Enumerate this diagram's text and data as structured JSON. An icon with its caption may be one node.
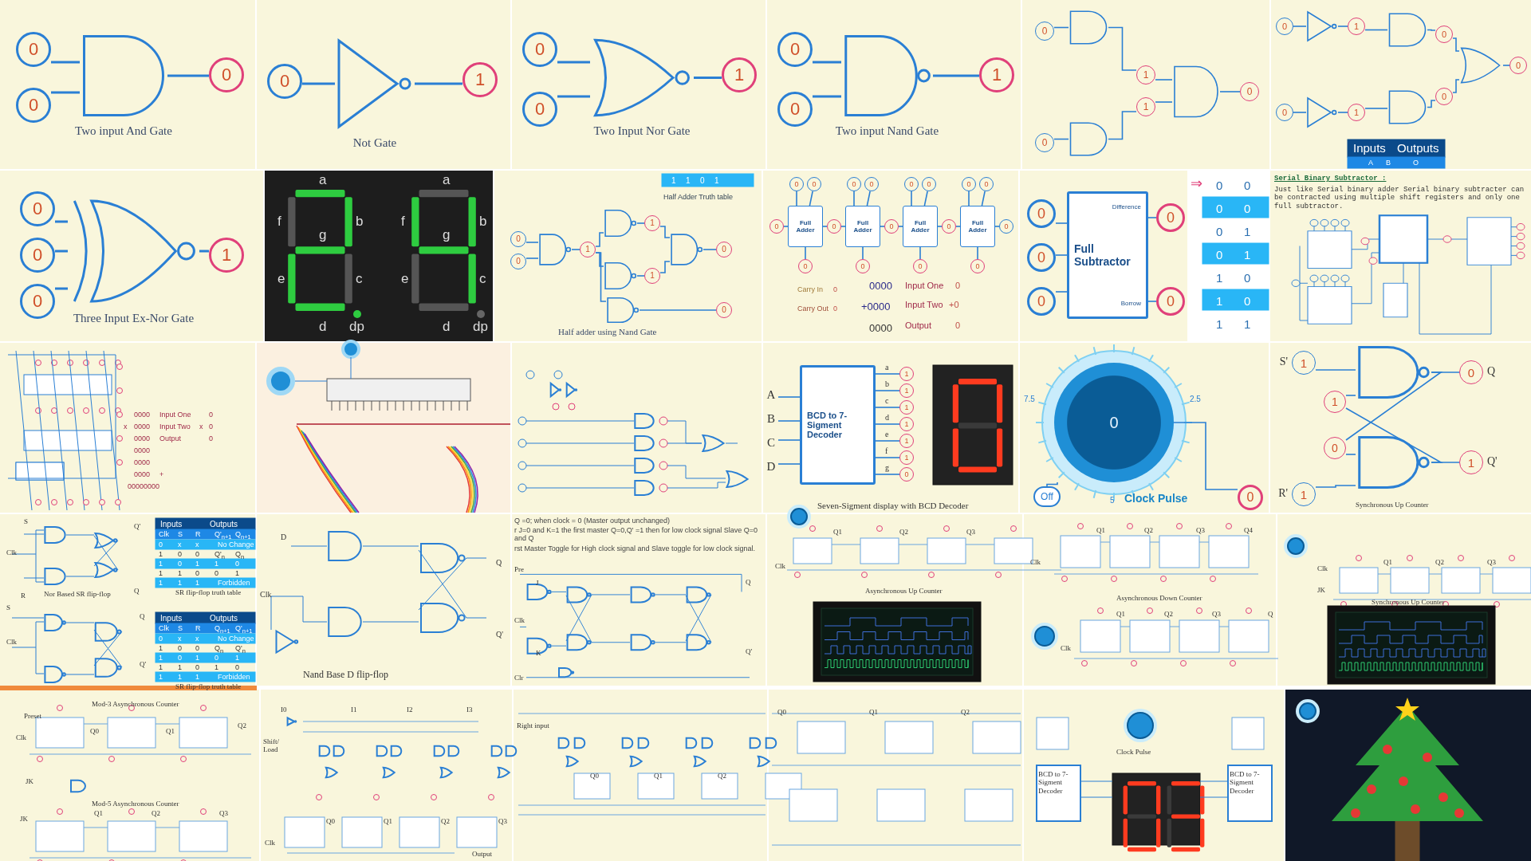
{
  "diagram": {
    "nodes": [
      {
        "text": [
          "0"
        ]
      },
      {
        "text": [
          "0"
        ]
      },
      {
        "text": [],
        "shape": "gate",
        "beside": [
          "Two input And Gate"
        ]
      },
      {
        "text": [
          "0"
        ]
      },
      {
        "text": [
          "0"
        ]
      },
      {
        "text": [],
        "shape": "gate",
        "beside": [
          "Not Gate"
        ]
      },
      {
        "text": [
          "1"
        ]
      },
      {
        "text": [
          "0"
        ]
      },
      {
        "text": [
          "0"
        ]
      },
      {
        "text": [],
        "shape": "gate",
        "beside": [
          "Two Input Nor Gate"
        ]
      },
      {
        "text": [
          "1"
        ]
      },
      {
        "text": [
          "0"
        ]
      },
      {
        "text": [
          "0"
        ]
      },
      {
        "text": [],
        "shape": "gate",
        "beside": [
          "Two input Nand Gate"
        ]
      },
      {
        "text": [
          "1"
        ]
      },
      {
        "text": [
          "0"
        ]
      },
      {
        "text": [],
        "shape": "gate"
      },
      {
        "text": [
          "0"
        ]
      },
      {
        "text": [],
        "shape": "gate"
      },
      {
        "text": [
          "1"
        ]
      },
      {
        "text": [
          "1"
        ]
      },
      {
        "text": [],
        "shape": "gate"
      },
      {
        "text": [
          "0"
        ]
      },
      {
        "text": [
          "0"
        ]
      },
      {
        "text": [],
        "shape": "gate"
      },
      {
        "text": [
          "1"
        ]
      },
      {
        "text": [],
        "shape": "gate"
      },
      {
        "text": [
          "0"
        ]
      },
      {
        "text": [],
        "shape": "gate"
      },
      {
        "text": [
          "0"
        ]
      },
      {
        "text": [],
        "shape": "gate"
      },
      {
        "text": [
          "1"
        ]
      },
      {
        "text": [],
        "shape": "gate"
      },
      {
        "text": [
          "0"
        ]
      },
      {
        "text": [
          "0"
        ]
      },
      {
        "text": [
          "0"
        ]
      },
      {
        "text": [
          "0"
        ]
      },
      {
        "text": [
          "0"
        ]
      },
      {
        "text": [],
        "shape": "gate",
        "beside": [
          "Three Input Ex-Nor Gate"
        ]
      },
      {
        "text": [
          "1"
        ]
      },
      {
        "text": [
          "0"
        ]
      },
      {
        "text": [
          "0"
        ]
      },
      {
        "text": [],
        "shape": "gate"
      },
      {
        "text": [
          "1"
        ]
      },
      {
        "text": [],
        "shape": "gate"
      },
      {
        "text": [],
        "shape": "gate"
      },
      {
        "text": [
          "1"
        ]
      },
      {
        "text": [
          "1"
        ]
      },
      {
        "text": [],
        "shape": "gate"
      },
      {
        "text": [
          "0"
        ]
      },
      {
        "text": [],
        "shape": "gate"
      },
      {
        "text": [
          "0"
        ]
      },
      {
        "text": [
          "Full Adder"
        ]
      },
      {
        "text": [
          "Full Adder"
        ]
      },
      {
        "text": [
          "Full Adder"
        ]
      },
      {
        "text": [
          "Full Adder"
        ]
      },
      {
        "text": [
          "0"
        ]
      },
      {
        "text": [
          "0"
        ]
      },
      {
        "text": [
          "0"
        ]
      },
      {
        "text": [
          "0"
        ]
      },
      {
        "text": [
          "0"
        ]
      },
      {
        "text": [
          "0"
        ]
      },
      {
        "text": [
          "0"
        ]
      },
      {
        "text": [
          "0"
        ]
      },
      {
        "text": [
          "0"
        ]
      },
      {
        "text": [
          "0"
        ]
      },
      {
        "text": [
          "0"
        ]
      },
      {
        "text": [
          "0"
        ]
      },
      {
        "text": [
          "0"
        ]
      },
      {
        "text": [
          "0"
        ]
      },
      {
        "text": [
          "0"
        ]
      },
      {
        "text": [
          "0"
        ]
      },
      {
        "text": [
          "0"
        ]
      },
      {
        "text": [
          "0"
        ]
      },
      {
        "text": [
          "0"
        ]
      },
      {
        "text": [
          "0"
        ]
      },
      {
        "text": [
          "Difference",
          "Full Subtractor",
          "Borrow"
        ]
      },
      {
        "text": [
          "0"
        ]
      },
      {
        "text": [
          "0"
        ]
      },
      {
        "text": [
          "A"
        ]
      },
      {
        "text": [
          "B"
        ]
      },
      {
        "text": [
          "C"
        ]
      },
      {
        "text": [
          "D"
        ]
      },
      {
        "text": [
          "BCD to 7-Sigment Decoder"
        ]
      },
      {
        "text": [
          "1"
        ]
      },
      {
        "text": [
          "1"
        ]
      },
      {
        "text": [
          "1"
        ]
      },
      {
        "text": [
          "1"
        ]
      },
      {
        "text": [
          "1"
        ]
      },
      {
        "text": [
          "1"
        ]
      },
      {
        "text": [
          "0"
        ]
      },
      {
        "text": [
          "0"
        ]
      },
      {
        "text": [
          "Off"
        ]
      },
      {
        "text": [
          "0"
        ]
      },
      {
        "text": [
          "1"
        ],
        "beside": [
          "S'"
        ]
      },
      {
        "text": [],
        "shape": "gate"
      },
      {
        "text": [
          "0"
        ],
        "beside": [
          "Q"
        ]
      },
      {
        "text": [
          "1"
        ]
      },
      {
        "text": [
          "0"
        ]
      },
      {
        "text": [],
        "shape": "gate"
      },
      {
        "text": [
          "1"
        ],
        "beside": [
          "Q'"
        ]
      },
      {
        "text": [
          "1"
        ],
        "beside": [
          "R'"
        ]
      }
    ],
    "edges": [
      {
        "from": 0,
        "to": 2,
        "arrow": "none"
      },
      {
        "from": 1,
        "to": 2,
        "arrow": "none"
      },
      {
        "from": 2,
        "to": 3,
        "arrow": "none"
      },
      {
        "from": 4,
        "to": 5,
        "arrow": "none"
      },
      {
        "from": 5,
        "to": 6,
        "arrow": "none"
      },
      {
        "from": 7,
        "to": 9,
        "arrow": "none"
      },
      {
        "from": 8,
        "to": 9,
        "arrow": "none"
      },
      {
        "from": 9,
        "to": 10,
        "arrow": "none"
      },
      {
        "from": 11,
        "to": 13,
        "arrow": "none"
      },
      {
        "from": 12,
        "to": 13,
        "arrow": "none"
      },
      {
        "from": 13,
        "to": 14,
        "arrow": "none"
      },
      {
        "from": 15,
        "to": 16,
        "arrow": "none"
      },
      {
        "from": 17,
        "to": 18,
        "arrow": "none"
      },
      {
        "from": 16,
        "to": 19,
        "arrow": "none"
      },
      {
        "from": 18,
        "to": 20,
        "arrow": "none"
      },
      {
        "from": 19,
        "to": 21,
        "arrow": "none"
      },
      {
        "from": 20,
        "to": 21,
        "arrow": "none"
      },
      {
        "from": 21,
        "to": 22,
        "arrow": "none"
      },
      {
        "from": 23,
        "to": 24,
        "arrow": "none"
      },
      {
        "from": 24,
        "to": 25,
        "arrow": "none"
      },
      {
        "from": 25,
        "to": 26,
        "arrow": "none"
      },
      {
        "from": 26,
        "to": 27,
        "arrow": "none"
      },
      {
        "from": 27,
        "to": 28,
        "arrow": "none"
      },
      {
        "from": 29,
        "to": 30,
        "arrow": "none"
      },
      {
        "from": 30,
        "to": 31,
        "arrow": "none"
      },
      {
        "from": 31,
        "to": 32,
        "arrow": "none"
      },
      {
        "from": 32,
        "to": 33,
        "arrow": "none"
      },
      {
        "from": 33,
        "to": 28,
        "arrow": "none"
      },
      {
        "from": 28,
        "to": 34,
        "arrow": "none"
      },
      {
        "from": 35,
        "to": 38,
        "arrow": "none"
      },
      {
        "from": 36,
        "to": 38,
        "arrow": "none"
      },
      {
        "from": 37,
        "to": 38,
        "arrow": "none"
      },
      {
        "from": 38,
        "to": 39,
        "arrow": "none"
      },
      {
        "from": 40,
        "to": 42,
        "arrow": "none"
      },
      {
        "from": 41,
        "to": 42,
        "arrow": "none"
      },
      {
        "from": 42,
        "to": 43,
        "arrow": "none"
      },
      {
        "from": 43,
        "to": 44,
        "arrow": "none"
      },
      {
        "from": 43,
        "to": 45,
        "arrow": "none"
      },
      {
        "from": 44,
        "to": 46,
        "arrow": "none"
      },
      {
        "from": 45,
        "to": 47,
        "arrow": "none"
      },
      {
        "from": 46,
        "to": 48,
        "arrow": "none"
      },
      {
        "from": 47,
        "to": 48,
        "arrow": "none"
      },
      {
        "from": 48,
        "to": 49,
        "arrow": "none"
      },
      {
        "from": 43,
        "to": 50,
        "arrow": "none"
      },
      {
        "from": 50,
        "to": 51,
        "arrow": "none"
      },
      {
        "from": 56,
        "to": 52,
        "arrow": "none"
      },
      {
        "from": 52,
        "to": 57,
        "arrow": "none"
      },
      {
        "from": 57,
        "to": 53,
        "arrow": "none"
      },
      {
        "from": 53,
        "to": 58,
        "arrow": "none"
      },
      {
        "from": 58,
        "to": 54,
        "arrow": "none"
      },
      {
        "from": 54,
        "to": 59,
        "arrow": "none"
      },
      {
        "from": 59,
        "to": 55,
        "arrow": "none"
      },
      {
        "from": 55,
        "to": 60,
        "arrow": "none"
      },
      {
        "from": 61,
        "to": 52,
        "arrow": "none"
      },
      {
        "from": 62,
        "to": 52,
        "arrow": "none"
      },
      {
        "from": 63,
        "to": 53,
        "arrow": "none"
      },
      {
        "from": 64,
        "to": 53,
        "arrow": "none"
      },
      {
        "from": 65,
        "to": 54,
        "arrow": "none"
      },
      {
        "from": 66,
        "to": 54,
        "arrow": "none"
      },
      {
        "from": 67,
        "to": 55,
        "arrow": "none"
      },
      {
        "from": 68,
        "to": 55,
        "arrow": "none"
      },
      {
        "from": 52,
        "to": 69,
        "arrow": "none"
      },
      {
        "from": 53,
        "to": 70,
        "arrow": "none"
      },
      {
        "from": 54,
        "to": 71,
        "arrow": "none"
      },
      {
        "from": 55,
        "to": 72,
        "arrow": "none"
      },
      {
        "from": 73,
        "to": 76,
        "arrow": "none"
      },
      {
        "from": 74,
        "to": 76,
        "arrow": "none"
      },
      {
        "from": 75,
        "to": 76,
        "arrow": "none"
      },
      {
        "from": 76,
        "to": 77,
        "arrow": "none"
      },
      {
        "from": 76,
        "to": 78,
        "arrow": "none"
      },
      {
        "from": 79,
        "to": 83,
        "arrow": "none"
      },
      {
        "from": 80,
        "to": 83,
        "arrow": "none"
      },
      {
        "from": 81,
        "to": 83,
        "arrow": "none"
      },
      {
        "from": 82,
        "to": 83,
        "arrow": "none"
      },
      {
        "from": 83,
        "to": 84,
        "arrow": "none"
      },
      {
        "from": 83,
        "to": 85,
        "arrow": "none"
      },
      {
        "from": 83,
        "to": 86,
        "arrow": "none"
      },
      {
        "from": 83,
        "to": 87,
        "arrow": "none"
      },
      {
        "from": 83,
        "to": 88,
        "arrow": "none"
      },
      {
        "from": 83,
        "to": 89,
        "arrow": "none"
      },
      {
        "from": 83,
        "to": 90,
        "arrow": "none"
      },
      {
        "from": 91,
        "to": 93,
        "arrow": "none"
      },
      {
        "from": 92,
        "to": 91,
        "arrow": "none"
      },
      {
        "from": 94,
        "to": 95,
        "arrow": "none"
      },
      {
        "from": 97,
        "to": 95,
        "arrow": "none"
      },
      {
        "from": 95,
        "to": 96,
        "arrow": "none"
      },
      {
        "from": 98,
        "to": 99,
        "arrow": "none"
      },
      {
        "from": 101,
        "to": 99,
        "arrow": "none"
      },
      {
        "from": 99,
        "to": 100,
        "arrow": "none"
      },
      {
        "from": 95,
        "to": 98,
        "arrow": "none"
      },
      {
        "from": 99,
        "to": 97,
        "arrow": "none"
      }
    ],
    "labels": [
      "Inputs",
      "Outputs",
      "A",
      "B",
      "O",
      "a",
      "f",
      "b",
      "g",
      "e",
      "c",
      "d",
      "dp",
      "a",
      "f",
      "b",
      "g",
      "e",
      "c",
      "d",
      "dp",
      "1",
      "1",
      "0",
      "1",
      "Half Adder Truth table",
      "Half adder using Nand Gate",
      "Carry In",
      "0",
      "0000",
      "Input One",
      "0",
      "Carry Out",
      "0",
      "+0000",
      "Input Two",
      "+0",
      "0000",
      "Output",
      "0",
      "⇒",
      "0",
      "0",
      "0",
      "0",
      "0",
      "1",
      "0",
      "1",
      "1",
      "0",
      "1",
      "0",
      "1",
      "1",
      "Serial Binary Subtractor :",
      "Just like Serial binary adder Serial binary subtracter can be contracted using multiple shift registers and only one full subtractor.",
      "0000",
      "Input One",
      "0",
      "x",
      "0000",
      "Input Two",
      "x",
      "0",
      "0000",
      "Output",
      "0",
      "0000",
      "0000",
      "0000",
      "+",
      "00000000",
      "a",
      "b",
      "c",
      "d",
      "e",
      "f",
      "g",
      "Seven-Sigment display with BCD Decoder",
      "7.5",
      "2.5",
      "5",
      "Clock Pulse",
      "Synchronous Up Counter",
      "S",
      "Clk",
      "R",
      "Q'",
      "Q",
      "Nor Based SR flip-flop",
      "Inputs",
      "Outputs",
      "Clk",
      "S",
      "R",
      "Q'$_{n+1}$",
      "Q$_{n+1}$",
      "0",
      "x",
      "x",
      "No Change",
      "1",
      "0",
      "0",
      "Q'$_{n}$",
      "Q$_{n}$",
      "1",
      "0",
      "1",
      "1",
      "0",
      "1",
      "1",
      "0",
      "0",
      "1",
      "1",
      "1",
      "1",
      "Forbidden",
      "SR flip-flop truth table",
      "S",
      "Clk",
      "Q",
      "Q'",
      "Inputs",
      "Outputs",
      "Clk",
      "S",
      "R",
      "Q$_{n+1}$",
      "Q'$_{n+1}$",
      "0",
      "x",
      "x",
      "No Change",
      "1",
      "0",
      "0",
      "Q$_{n}$",
      "Q'$_{n}$",
      "1",
      "0",
      "1",
      "0",
      "1",
      "1",
      "1",
      "0",
      "1",
      "0",
      "1",
      "1",
      "1",
      "Forbidden",
      "SR flip-flop truth table",
      "D",
      "Clk",
      "Q",
      "Q'",
      "Nand Base D flip-flop",
      "Q =0; when clock = 0 (Master output unchanged)",
      "r J=0 and K=1 the first master Q=0,Q' =1 then for low clock signal Slave Q=0 and Q",
      "rst Master Toggle for High clock signal and Slave toggle for low clock signal.",
      "Pre",
      "J",
      "Clk",
      "K",
      "Clr",
      "Q",
      "Q'",
      "Clk",
      "Q1",
      "Q2",
      "Q3",
      "Asynchronous Up Counter",
      "Q1",
      "Q2",
      "Q3",
      "Q4",
      "Clk",
      "Asynchronous Down Counter",
      "Q1",
      "Q2",
      "Q3",
      "Q",
      "Clk",
      "Q1",
      "Q2",
      "Q3",
      "Clk",
      "JK",
      "Synchronous Up Counter",
      "Mod-3 Asynchronous Counter",
      "Preset",
      "Clk",
      "Q0",
      "Q1",
      "Q2",
      "JK",
      "Mod-5 Asynchronous Counter",
      "JK",
      "Q1",
      "Q2",
      "Q3",
      "I0",
      "I1",
      "I2",
      "I3",
      "Shift/ Load",
      "Q0",
      "Q1",
      "Q2",
      "Q3",
      "Output",
      "Clk",
      "Right input",
      "Q0",
      "Q1",
      "Q2",
      "Q0",
      "Q1",
      "Q2",
      "Clock Pulse",
      "BCD to 7-Sigment Decoder",
      "BCD to 7-Sigment Decoder"
    ]
  }
}
